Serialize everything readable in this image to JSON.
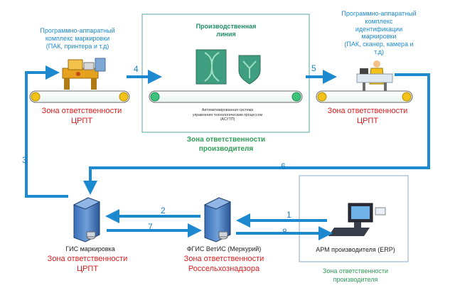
{
  "pak_marking": "Программно-аппаратный\nкомплекс маркировки\n(ПАК, принтера и т.д)",
  "pak_identification": "Программно-аппаратный\nкомплекс\nидентификации\nмаркировки\n(ПАК, сканер, камера и\nт.д)",
  "production_line_title": "Производственная\nлиния",
  "acs_tp": "Автоматизированная система\nуправления технологическим процессом\n(АСУТП)",
  "zone_crpt_left": "Зона ответственности\nЦРПТ",
  "zone_crpt_right": "Зона ответственности\nЦРПТ",
  "zone_producer_top": "Зона ответственности\nпроизводителя",
  "zone_producer_bottom": "Зона ответственности\nпроизводителя",
  "gis_label": "ГИС маркировка",
  "zone_crpt_bottom": "Зона ответственности\nЦРПТ",
  "fgis_label": "ФГИС ВетИС (Меркурий)",
  "zone_rsn": "Зона ответственности\nРоссельхознадзора",
  "arm_label": "АРМ производителя (ERP)",
  "flows": {
    "f1": "1",
    "f2": "2",
    "f3": "3",
    "f4": "4",
    "f5": "5",
    "f6": "6",
    "f7": "7",
    "f8": "8"
  },
  "colors": {
    "arrow_blue": "#1d8ad0",
    "zone_red": "#e01b1b",
    "zone_green": "#2f9e58",
    "frame_teal": "#5aa6a0"
  }
}
